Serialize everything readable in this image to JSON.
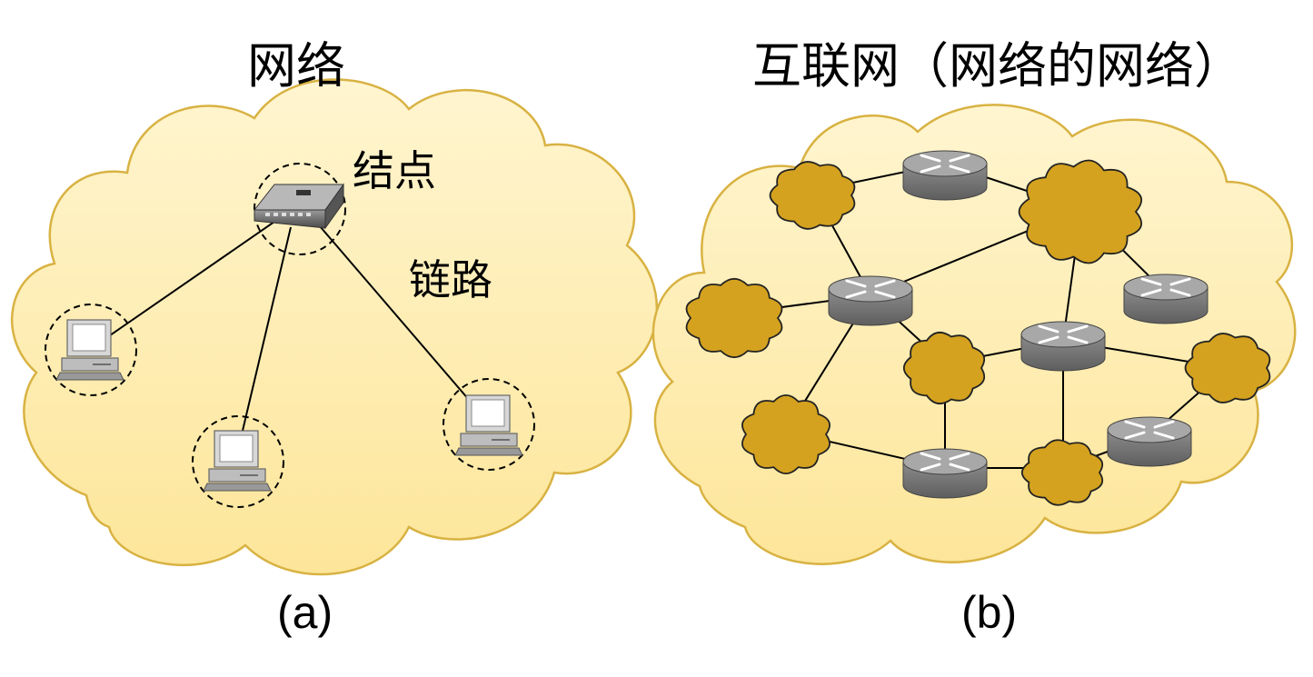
{
  "diagram_a": {
    "title": "网络",
    "node_label": "结点",
    "link_label": "链路",
    "caption": "(a)"
  },
  "diagram_b": {
    "title": "互联网（网络的网络）",
    "caption": "(b)"
  },
  "colors": {
    "cloud_fill_top": "#fff3c9",
    "cloud_fill_bottom": "#fde89a",
    "cloud_stroke": "#d8b242",
    "subnet_fill": "#d4a21f",
    "subnet_stroke": "#222222",
    "router_body": "#7b7b7b",
    "router_top": "#a9a9a9",
    "link": "#000000"
  },
  "icons": {
    "network_node": "switch-icon",
    "host": "computer-icon",
    "router": "router-icon",
    "subnet": "cloud-icon"
  }
}
